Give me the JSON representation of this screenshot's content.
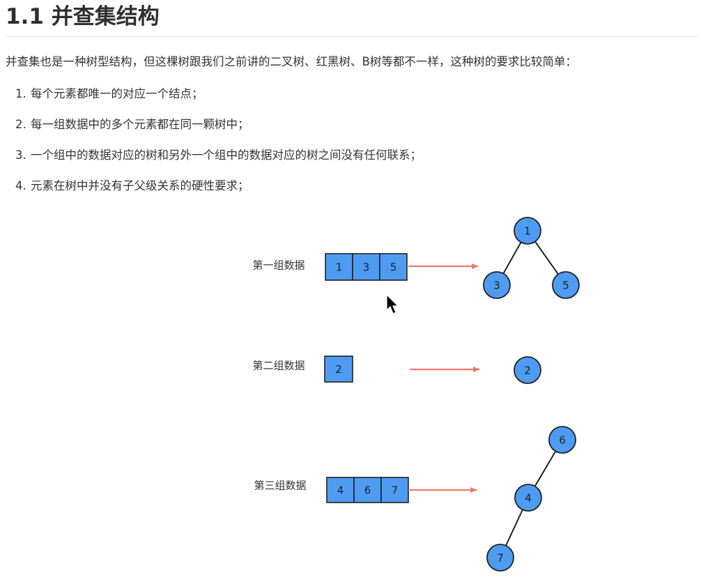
{
  "section": {
    "title": "1.1 并查集结构",
    "intro": "并查集也是一种树型结构，但这棵树跟我们之前讲的二叉树、红黑树、B树等都不一样，这种树的要求比较简单：",
    "requirements": [
      {
        "num": "1.",
        "text": "每个元素都唯一的对应一个结点；"
      },
      {
        "num": "2.",
        "text": "每一组数据中的多个元素都在同一颗树中；"
      },
      {
        "num": "3.",
        "text": "一个组中的数据对应的树和另外一个组中的数据对应的树之间没有任何联系；"
      },
      {
        "num": "4.",
        "text": "元素在树中并没有子父级关系的硬性要求；"
      }
    ]
  },
  "figure": {
    "colors": {
      "fill": "#4d9cf2",
      "stroke": "#222222",
      "arrow": "#f07a6e",
      "label": "#333333"
    },
    "groups": [
      {
        "label": "第一组数据",
        "cells": [
          "1",
          "3",
          "5"
        ],
        "nodes": [
          "1",
          "3",
          "5"
        ],
        "edges": [
          [
            "1",
            "3"
          ],
          [
            "1",
            "5"
          ]
        ]
      },
      {
        "label": "第二组数据",
        "cells": [
          "2"
        ],
        "nodes": [
          "2"
        ],
        "edges": []
      },
      {
        "label": "第三组数据",
        "cells": [
          "4",
          "6",
          "7"
        ],
        "nodes": [
          "6",
          "4",
          "7"
        ],
        "edges": [
          [
            "6",
            "4"
          ],
          [
            "4",
            "7"
          ]
        ]
      }
    ]
  }
}
